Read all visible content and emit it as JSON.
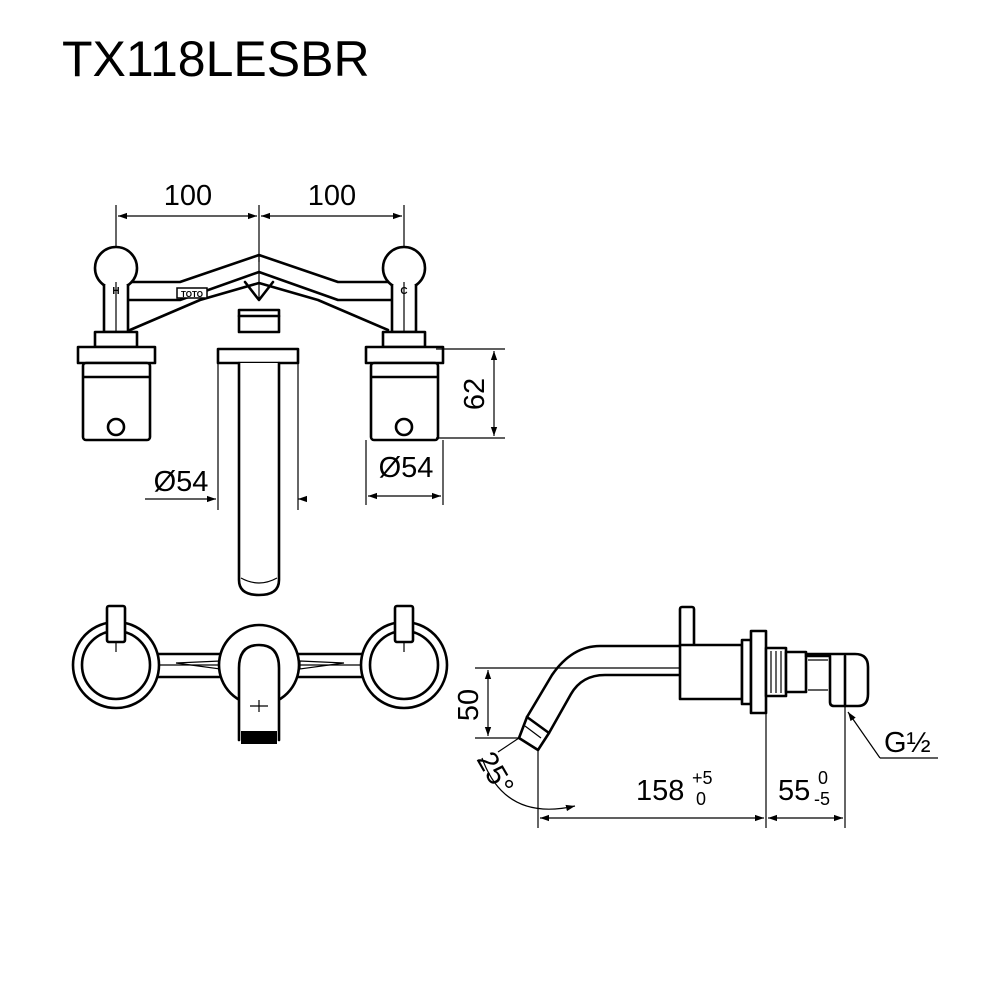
{
  "drawing": {
    "title": "TX118LESBR",
    "front_view": {
      "spacing_left": "100",
      "spacing_right": "100",
      "handle_height": "62",
      "diameter_left": "Ø54",
      "diameter_right": "Ø54",
      "hot_marker": "H",
      "cold_marker": "C",
      "brand_plate": "TOTO"
    },
    "side_view": {
      "height": "50",
      "angle": "25°",
      "projection_main": "158",
      "projection_tol_upper": "+5",
      "projection_tol_lower": "0",
      "wall_depth_main": "55",
      "wall_depth_tol_upper": "0",
      "wall_depth_tol_lower": "-5",
      "thread": "G½"
    }
  }
}
